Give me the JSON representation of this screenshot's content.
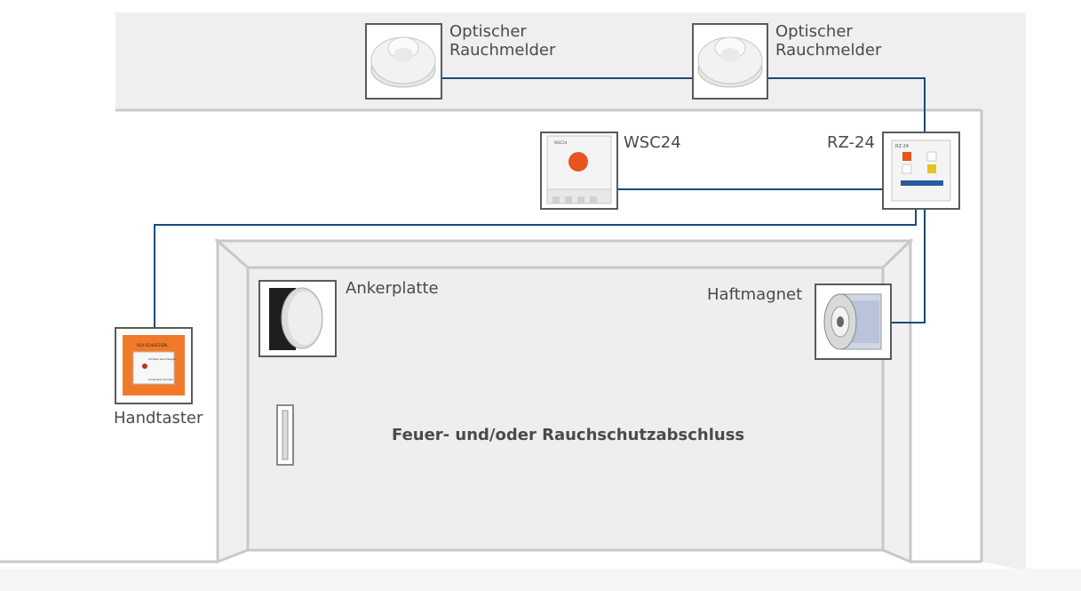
{
  "labels": {
    "smoke_detector_1": [
      "Optischer",
      "Rauchmelder"
    ],
    "smoke_detector_2": [
      "Optischer",
      "Rauchmelder"
    ],
    "wsc24": "WSC24",
    "rz24": "RZ-24",
    "anchor_plate": "Ankerplatte",
    "holding_magnet": "Haftmagnet",
    "manual_call_point": "Handtaster",
    "door_title": "Feuer- und/oder Rauchschutzabschluss"
  },
  "device_text": {
    "rz24_panel": "RZ-24",
    "wsc24_panel": "WSC24",
    "call_point_header": "RSA SCHLIESSEN",
    "call_point_line1": "Scheibe einschlagen",
    "call_point_line2": "Knopf fest drücken"
  },
  "colors": {
    "wire": "#1a4a7a",
    "wall_fill": "#efefef",
    "wall_edge": "#c8c8c8",
    "device_border": "#5a5a5a",
    "call_point_orange": "#f07a2a",
    "button_red": "#e8541e"
  }
}
